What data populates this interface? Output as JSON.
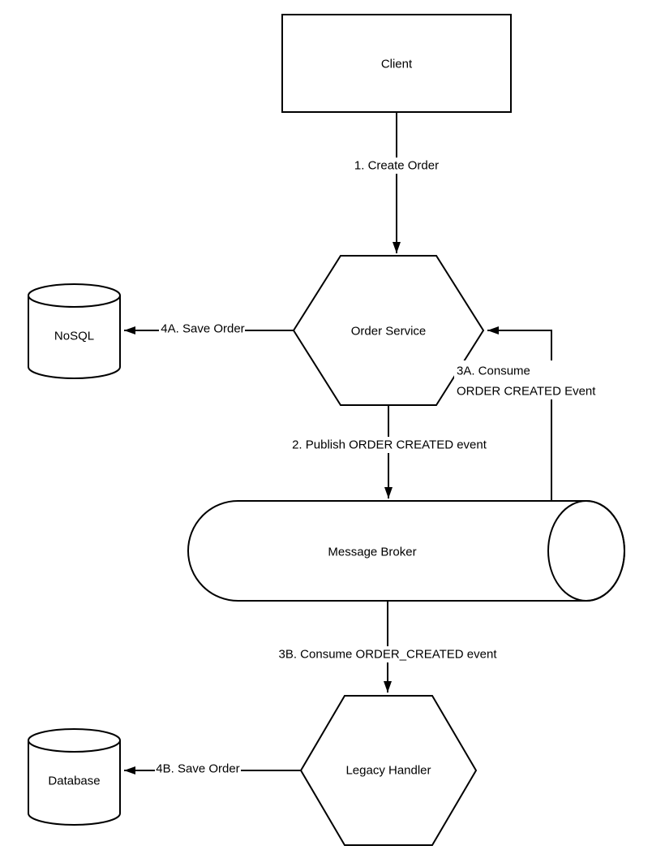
{
  "nodes": {
    "client": {
      "label": "Client",
      "shape": "rectangle"
    },
    "order_service": {
      "label": "Order Service",
      "shape": "hexagon"
    },
    "nosql": {
      "label": "NoSQL",
      "shape": "cylinder"
    },
    "message_broker": {
      "label": "Message Broker",
      "shape": "horizontal-cylinder"
    },
    "legacy_handler": {
      "label": "Legacy Handler",
      "shape": "hexagon"
    },
    "database": {
      "label": "Database",
      "shape": "cylinder"
    }
  },
  "edges": {
    "create_order": {
      "from": "client",
      "to": "order_service",
      "label": "1. Create Order"
    },
    "save_order_a": {
      "from": "order_service",
      "to": "nosql",
      "label": "4A. Save Order"
    },
    "publish_event": {
      "from": "order_service",
      "to": "message_broker",
      "label": "2. Publish ORDER CREATED event"
    },
    "consume_a": {
      "from": "message_broker",
      "to": "order_service",
      "label_line1": "3A. Consume",
      "label_line2": "ORDER CREATED Event"
    },
    "consume_b": {
      "from": "message_broker",
      "to": "legacy_handler",
      "label": "3B. Consume ORDER_CREATED event"
    },
    "save_order_b": {
      "from": "legacy_handler",
      "to": "database",
      "label": "4B. Save Order"
    }
  },
  "colors": {
    "stroke": "#000000",
    "fill": "#ffffff",
    "text": "#000000",
    "background": "#ffffff"
  }
}
